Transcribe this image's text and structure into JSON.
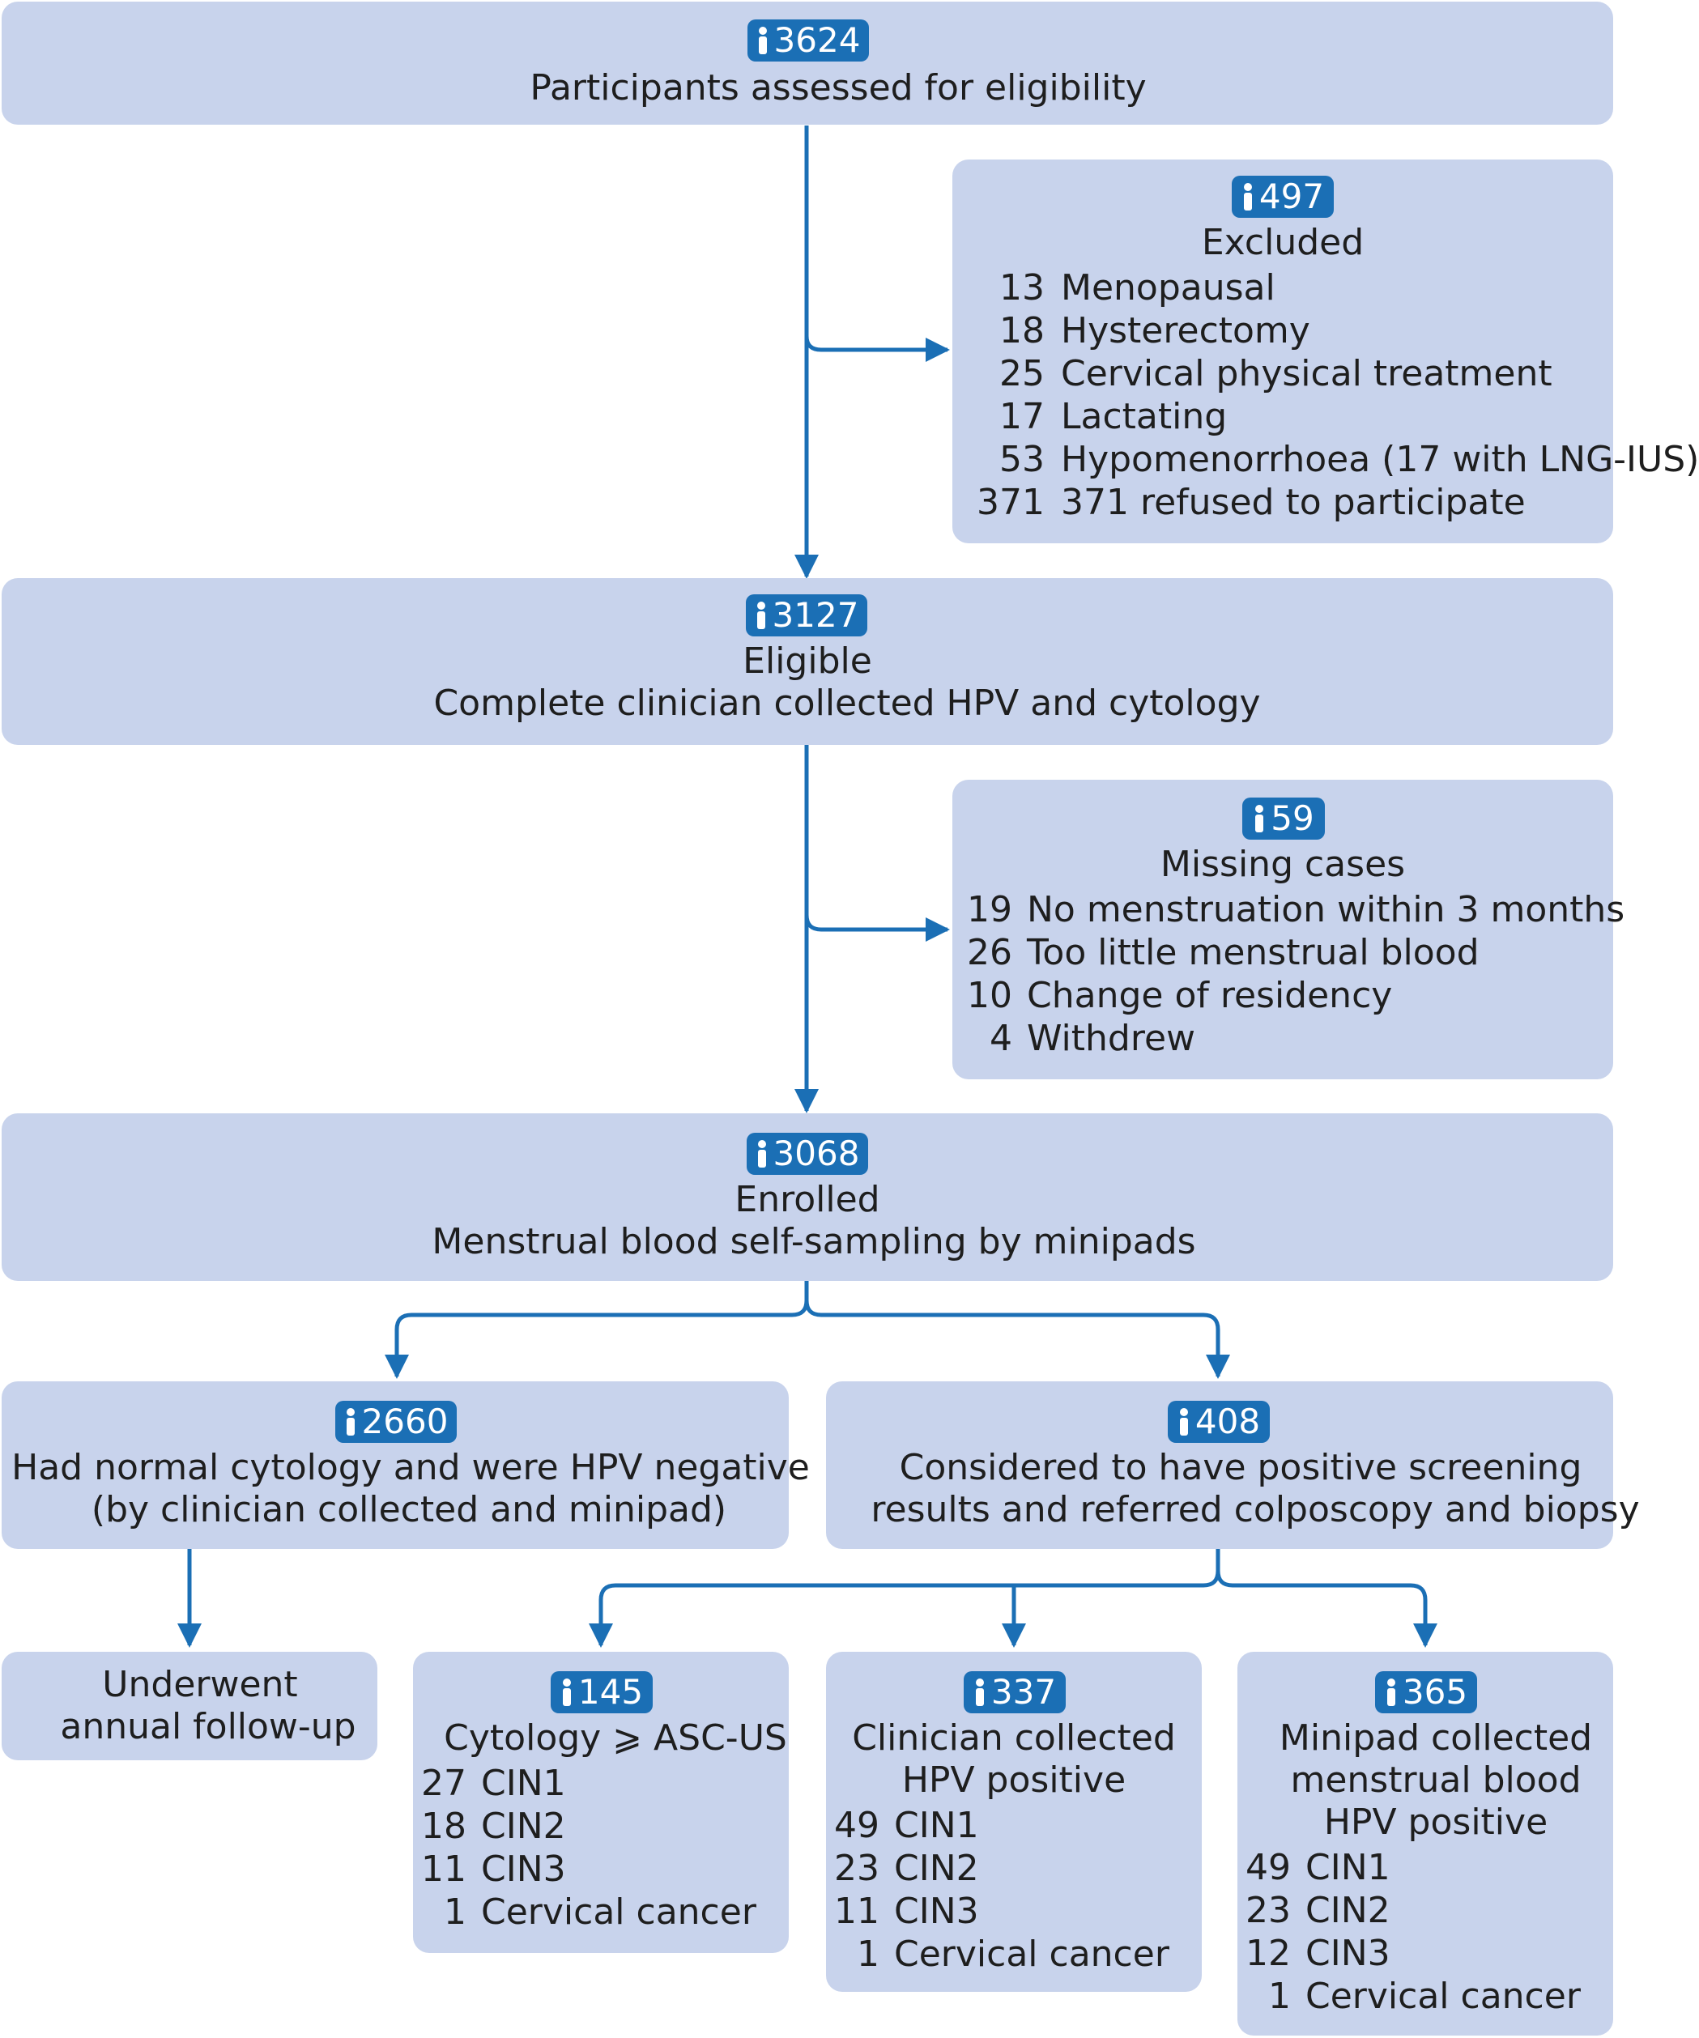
{
  "box_assessed": {
    "n": "3624",
    "title": "Participants assessed for eligibility"
  },
  "box_excluded": {
    "n": "497",
    "title": "Excluded",
    "items": [
      {
        "n": "13",
        "label": "Menopausal"
      },
      {
        "n": "18",
        "label": "Hysterectomy"
      },
      {
        "n": "25",
        "label": "Cervical physical treatment"
      },
      {
        "n": "17",
        "label": "Lactating"
      },
      {
        "n": "53",
        "label": "Hypomenorrhoea (17 with LNG-IUS)"
      },
      {
        "n": "371",
        "label": "371 refused to participate"
      }
    ]
  },
  "box_eligible": {
    "n": "3127",
    "title": "Eligible",
    "subtitle": "Complete clinician collected HPV and cytology"
  },
  "box_missing": {
    "n": "59",
    "title": "Missing cases",
    "items": [
      {
        "n": "19",
        "label": "No menstruation within 3 months"
      },
      {
        "n": "26",
        "label": "Too little menstrual blood"
      },
      {
        "n": "10",
        "label": "Change of residency"
      },
      {
        "n": "4",
        "label": "Withdrew"
      }
    ]
  },
  "box_enrolled": {
    "n": "3068",
    "title": "Enrolled",
    "subtitle": "Menstrual blood self-sampling by minipads"
  },
  "box_negative": {
    "n": "2660",
    "line1": "Had normal cytology and were HPV negative",
    "line2": "(by clinician collected and minipad)"
  },
  "box_positive": {
    "n": "408",
    "line1": "Considered to have positive screening",
    "line2": "results and referred colposcopy and biopsy"
  },
  "box_followup": {
    "line1": "Underwent",
    "line2": "annual follow-up"
  },
  "box_cytology": {
    "n": "145",
    "title": "Cytology ⩾ ASC-US",
    "items": [
      {
        "n": "27",
        "label": "CIN1"
      },
      {
        "n": "18",
        "label": "CIN2"
      },
      {
        "n": "11",
        "label": "CIN3"
      },
      {
        "n": "1",
        "label": "Cervical cancer"
      }
    ]
  },
  "box_clinician": {
    "n": "337",
    "title1": "Clinician collected",
    "title2": "HPV positive",
    "items": [
      {
        "n": "49",
        "label": "CIN1"
      },
      {
        "n": "23",
        "label": "CIN2"
      },
      {
        "n": "11",
        "label": "CIN3"
      },
      {
        "n": "1",
        "label": "Cervical cancer"
      }
    ]
  },
  "box_minipad": {
    "n": "365",
    "title1": "Minipad collected",
    "title2": "menstrual blood",
    "title3": "HPV positive",
    "items": [
      {
        "n": "49",
        "label": "CIN1"
      },
      {
        "n": "23",
        "label": "CIN2"
      },
      {
        "n": "12",
        "label": "CIN3"
      },
      {
        "n": "1",
        "label": "Cervical cancer"
      }
    ]
  },
  "colors": {
    "box": "#c8d3ec",
    "accent": "#1b6fb5",
    "text": "#1e1e1e"
  },
  "icons": {
    "participants": "person-icon"
  }
}
